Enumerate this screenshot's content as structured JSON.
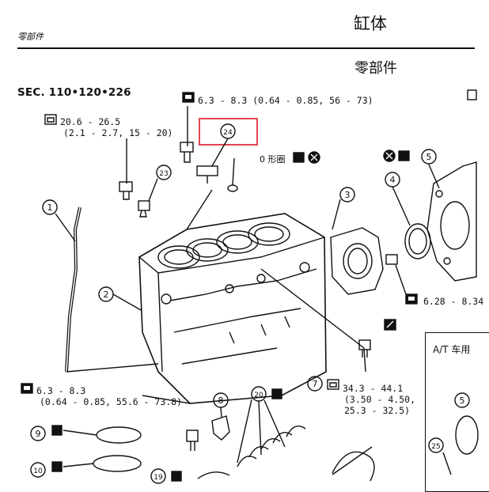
{
  "header": {
    "title": "缸体",
    "section_tag": "零部件",
    "subtitle": "零部件"
  },
  "section_ref": "SEC. 110•120•226",
  "torques": {
    "t1_line1": "6.3 - 8.3 (0.64 - 0.85, 56 - 73)",
    "t2_line1": "20.6 - 26.5",
    "t2_line2": "(2.1 - 2.7, 15 - 20)",
    "t3_line1": "6.28 - 8.34",
    "t4_line1": "6.3 - 8.3",
    "t4_line2": "(0.64 - 0.85, 55.6 - 73.8)",
    "t5_line1": "34.3 - 44.1",
    "t5_line2": "(3.50 - 4.50,",
    "t5_line3": "25.3 - 32.5)"
  },
  "oring_label": "0 形圈",
  "at_label": "A/T 车用",
  "callouts": {
    "c1": "1",
    "c2": "2",
    "c3": "3",
    "c4": "4",
    "c5": "5",
    "c5b": "5",
    "c7": "7",
    "c8": "8",
    "c9": "9",
    "c10": "10",
    "c19": "19",
    "c20": "20",
    "c23": "23",
    "c24": "24",
    "c25": "25"
  },
  "colors": {
    "highlight": "#e0474c",
    "ink": "#111111"
  }
}
